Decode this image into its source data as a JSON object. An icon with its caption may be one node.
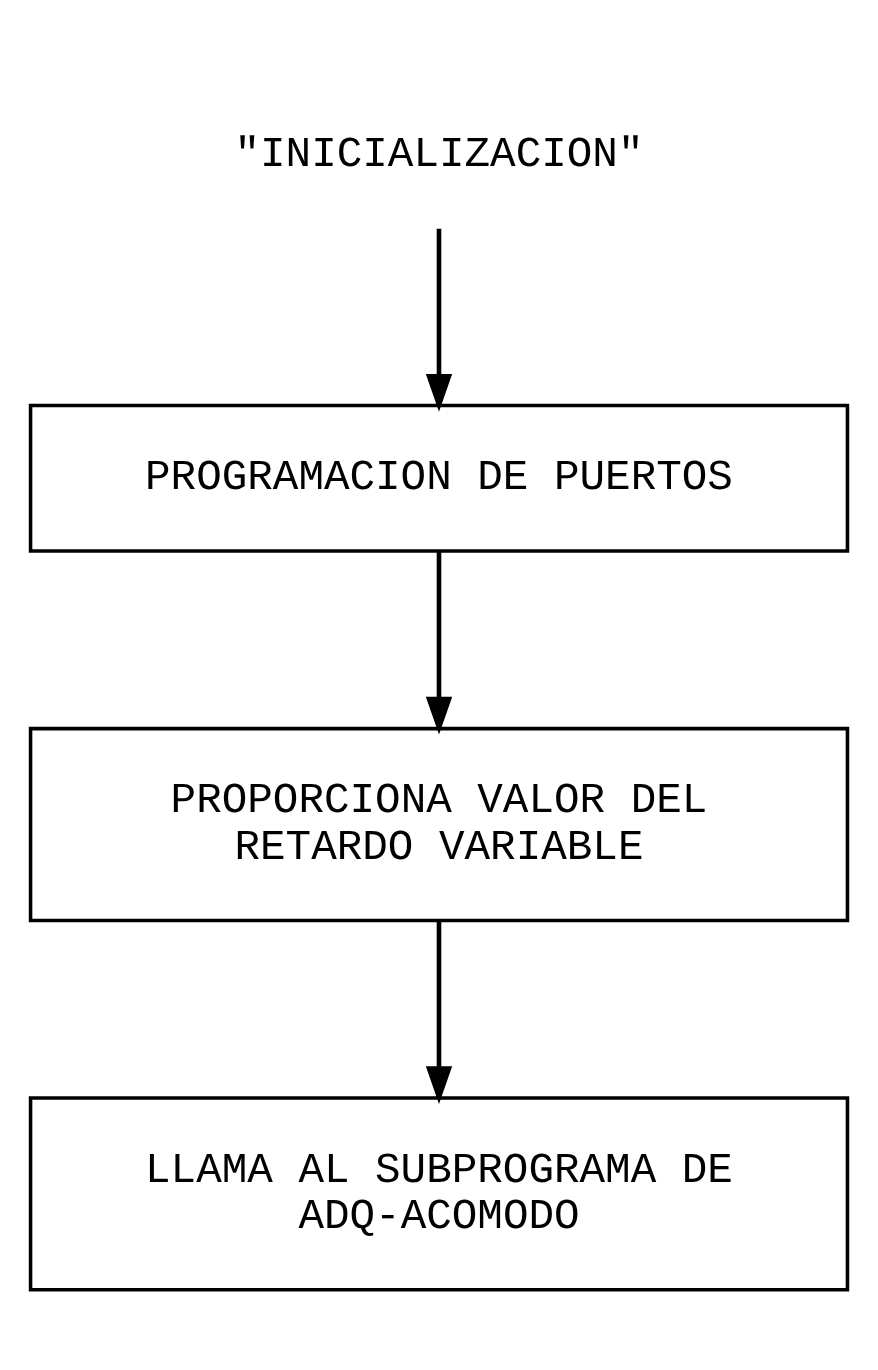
{
  "diagram": {
    "nodes": [
      {
        "text": [
          "\"INICIALIZACION\""
        ]
      },
      {
        "text": [
          "PROGRAMACION DE PUERTOS"
        ]
      },
      {
        "text": [
          "PROPORCIONA VALOR DEL RETARDO VARIABLE"
        ]
      },
      {
        "text": [
          "LLAMA AL SUBPROGRAMA DE ADQ-ACOMODO"
        ]
      }
    ],
    "edges": [
      {
        "from": 0,
        "to": 1,
        "arrow": "to"
      },
      {
        "from": 1,
        "to": 2,
        "arrow": "to"
      },
      {
        "from": 2,
        "to": 3,
        "arrow": "to"
      }
    ]
  }
}
